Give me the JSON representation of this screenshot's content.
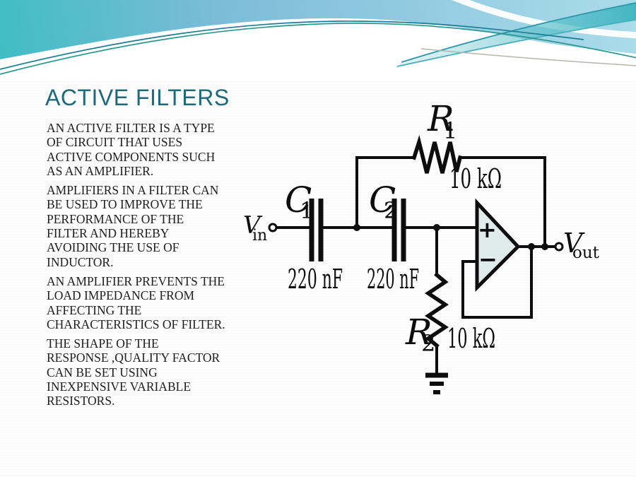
{
  "slide": {
    "title": "ACTIVE FILTERS",
    "body": {
      "paragraphs": [
        [
          "AN ACTIVE FILTER IS A TYPE",
          "OF CIRCUIT THAT USES",
          "ACTIVE COMPONENTS SUCH",
          "AS AN AMPLIFIER."
        ],
        [
          "AMPLIFIERS IN A FILTER CAN",
          "BE USED TO IMPROVE THE",
          "PERFORMANCE OF THE",
          "FILTER AND HEREBY",
          "AVOIDING THE USE OF",
          "INDUCTOR."
        ],
        [
          "AN AMPLIFIER PREVENTS THE",
          "LOAD IMPEDANCE FROM",
          "AFFECTING THE",
          "CHARACTERISTICS OF FILTER."
        ],
        [
          "THE SHAPE OF THE",
          "RESPONSE ,QUALITY FACTOR",
          "CAN BE SET USING",
          "INEXPENSIVE VARIABLE",
          "RESISTORS."
        ]
      ]
    }
  },
  "circuit": {
    "vin": {
      "symbol": "V",
      "sub": "in"
    },
    "vout": {
      "symbol": "V",
      "sub": "out"
    },
    "r1": {
      "symbol": "R",
      "sub": "1",
      "value": "10 kΩ"
    },
    "r2": {
      "symbol": "R",
      "sub": "2",
      "value": "10 kΩ"
    },
    "c1": {
      "symbol": "C",
      "sub": "1",
      "value": "220 nF"
    },
    "c2": {
      "symbol": "C",
      "sub": "2",
      "value": "220 nF"
    },
    "opamp": {
      "plus": "+",
      "minus": "−"
    }
  },
  "colors": {
    "title_color": "#1e6a7a",
    "body_text": "#1e1e1e",
    "circuit_line": "#0d0d0d",
    "opamp_fill": "#dfecea",
    "bg": "#fdfdfd",
    "wave_blue": "#7cbcd8",
    "wave_teal": "#3fbdc4",
    "accent_line_teal": "#1a7e95",
    "accent_line_green": "#27998f"
  }
}
